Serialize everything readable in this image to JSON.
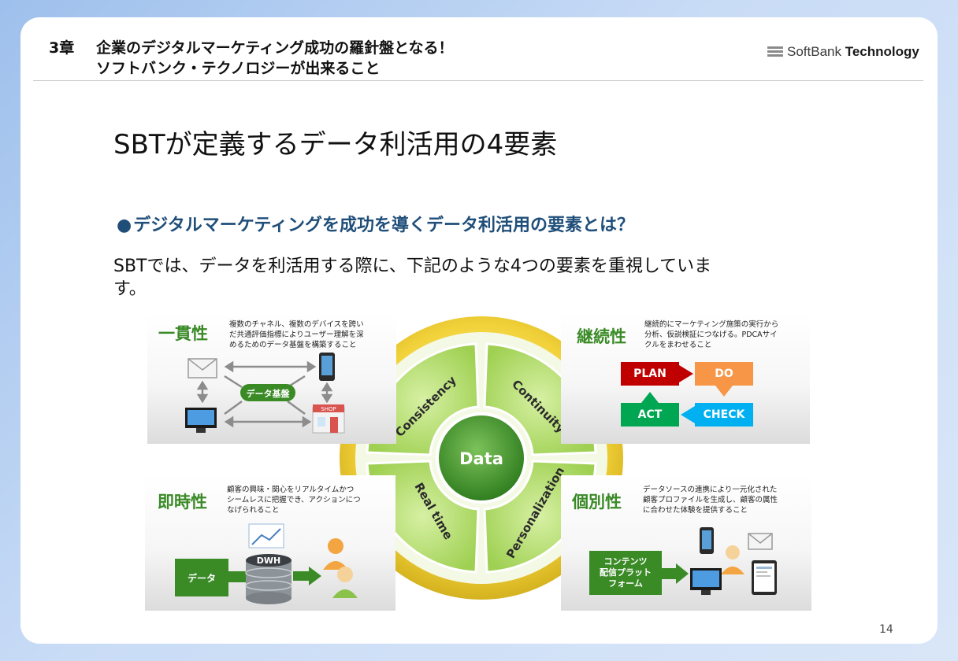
{
  "header": {
    "chapter_number": "3章",
    "chapter_title_line1": "企業のデジタルマーケティング成功の羅針盤となる！",
    "chapter_title_line2": "ソフトバンク・テクノロジーが出来ること",
    "logo_text_light": "SoftBank",
    "logo_text_bold": "Technology"
  },
  "slide": {
    "title": "SBTが定義するデータ利活用の4要素",
    "subtitle_bullet": "●",
    "subtitle": "デジタルマーケティングを成功を導くデータ利活用の要素とは？",
    "body_line1": "SBTでは、データを利活用する際に、下記のような4つの要素を重視していま",
    "body_line2": "す。",
    "page_number": "14"
  },
  "diagram": {
    "center": "Data",
    "segments": [
      "Consistency",
      "Continuity",
      "Real time",
      "Personalization"
    ]
  },
  "panels": {
    "consistency": {
      "title": "一貫性",
      "desc": [
        "複数のチャネル、複数のデバイスを跨い",
        "だ共通評価指標によりユーザー理解を深",
        "めるためのデータ基盤を構築すること"
      ],
      "hub": "データ基盤",
      "shop": "SHOP"
    },
    "continuity": {
      "title": "継続性",
      "desc": [
        "継続的にマーケティング施策の実行から",
        "分析、仮説検証につなげる。PDCAサイ",
        "クルをまわせること"
      ],
      "plan": "PLAN",
      "do": "DO",
      "check": "CHECK",
      "act": "ACT"
    },
    "realtime": {
      "title": "即時性",
      "desc": [
        "顧客の興味・関心をリアルタイムかつ",
        "シームレスに把握でき、アクションにつ",
        "なげられること"
      ],
      "data_box": "データ",
      "dwh": "DWH"
    },
    "personalization": {
      "title": "個別性",
      "desc": [
        "データソースの連携により一元化された",
        "顧客プロファイルを生成し、顧客の属性",
        "に合わせた体験を提供すること"
      ],
      "platform": [
        "コンテンツ",
        "配信プラット",
        "フォーム"
      ]
    }
  },
  "colors": {
    "green_title": "#3a8a26",
    "blue_subtitle": "#1f4e79",
    "plan": "#c00000",
    "do": "#f79646",
    "check": "#00b0f0",
    "act": "#00a651"
  }
}
